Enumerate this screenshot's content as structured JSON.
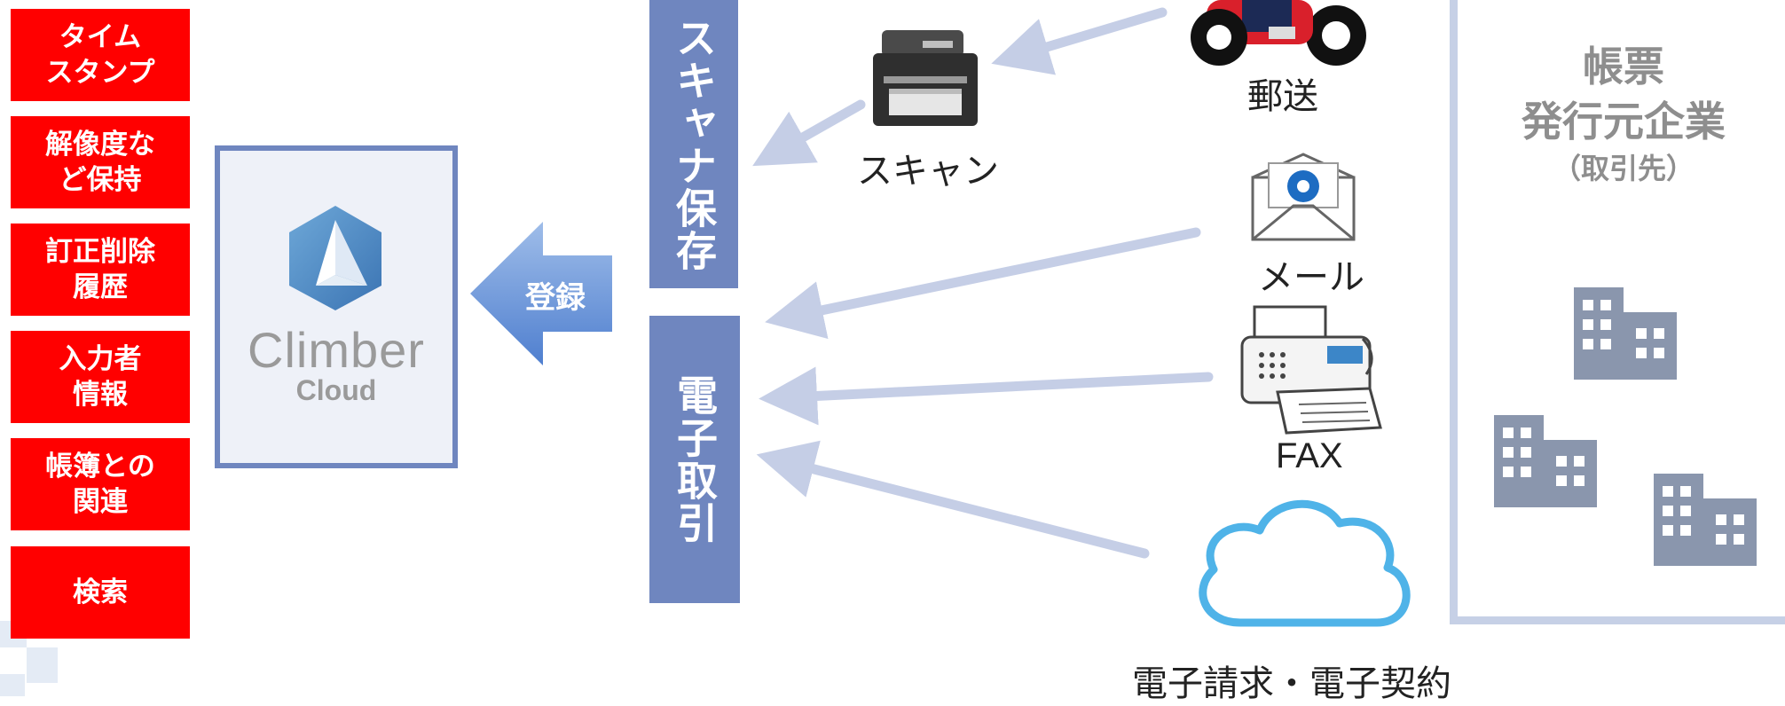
{
  "features": [
    {
      "line1": "タイム",
      "line2": "スタンプ"
    },
    {
      "line1": "解像度な",
      "line2": "ど保持"
    },
    {
      "line1": "訂正削除",
      "line2": "履歴"
    },
    {
      "line1": "入力者",
      "line2": "情報"
    },
    {
      "line1": "帳簿との",
      "line2": "関連"
    },
    {
      "line1": "検索",
      "line2": ""
    }
  ],
  "logo": {
    "name": "Climber",
    "sub": "Cloud"
  },
  "register_label": "登録",
  "scanner_storage_label": "スキャナ保存",
  "electronic_transaction_label": "電子取引",
  "sources": {
    "scan": "スキャン",
    "mail_post": "郵送",
    "email": "メール",
    "fax": "FAX",
    "cloud": "電子請求・電子契約"
  },
  "issuer": {
    "line1": "帳票",
    "line2": "発行元企業",
    "line3": "（取引先）"
  },
  "colors": {
    "red": "#ff0000",
    "bar": "#6f86bf",
    "frame": "#6f86bf",
    "arrow": "#c5cee6",
    "cloud": "#4fb3e8",
    "building": "#8a96ad"
  }
}
